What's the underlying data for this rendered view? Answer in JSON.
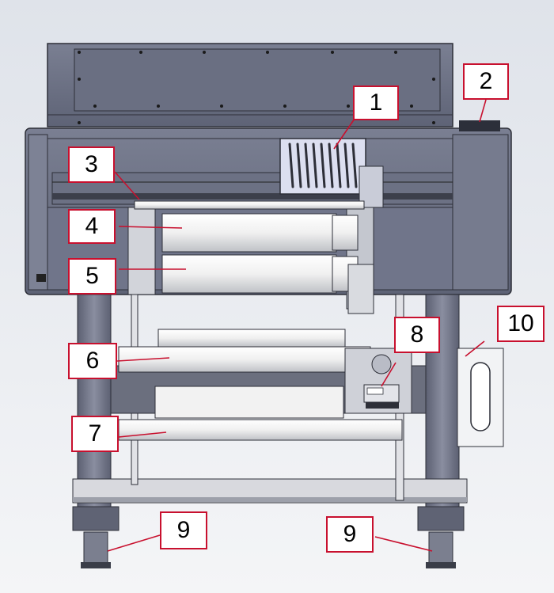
{
  "callouts": [
    {
      "id": "c1",
      "label": "1"
    },
    {
      "id": "c2",
      "label": "2"
    },
    {
      "id": "c3",
      "label": "3"
    },
    {
      "id": "c4",
      "label": "4"
    },
    {
      "id": "c5",
      "label": "5"
    },
    {
      "id": "c6",
      "label": "6"
    },
    {
      "id": "c7",
      "label": "7"
    },
    {
      "id": "c8",
      "label": "8"
    },
    {
      "id": "c9a",
      "label": "9"
    },
    {
      "id": "c9b",
      "label": "9"
    },
    {
      "id": "c10",
      "label": "10"
    }
  ],
  "colors": {
    "frame": "#676c80",
    "frame_dark": "#4f5466",
    "roller": "#f3f3f3",
    "callout_border": "#c8102e",
    "callout_line": "#c8102e"
  }
}
